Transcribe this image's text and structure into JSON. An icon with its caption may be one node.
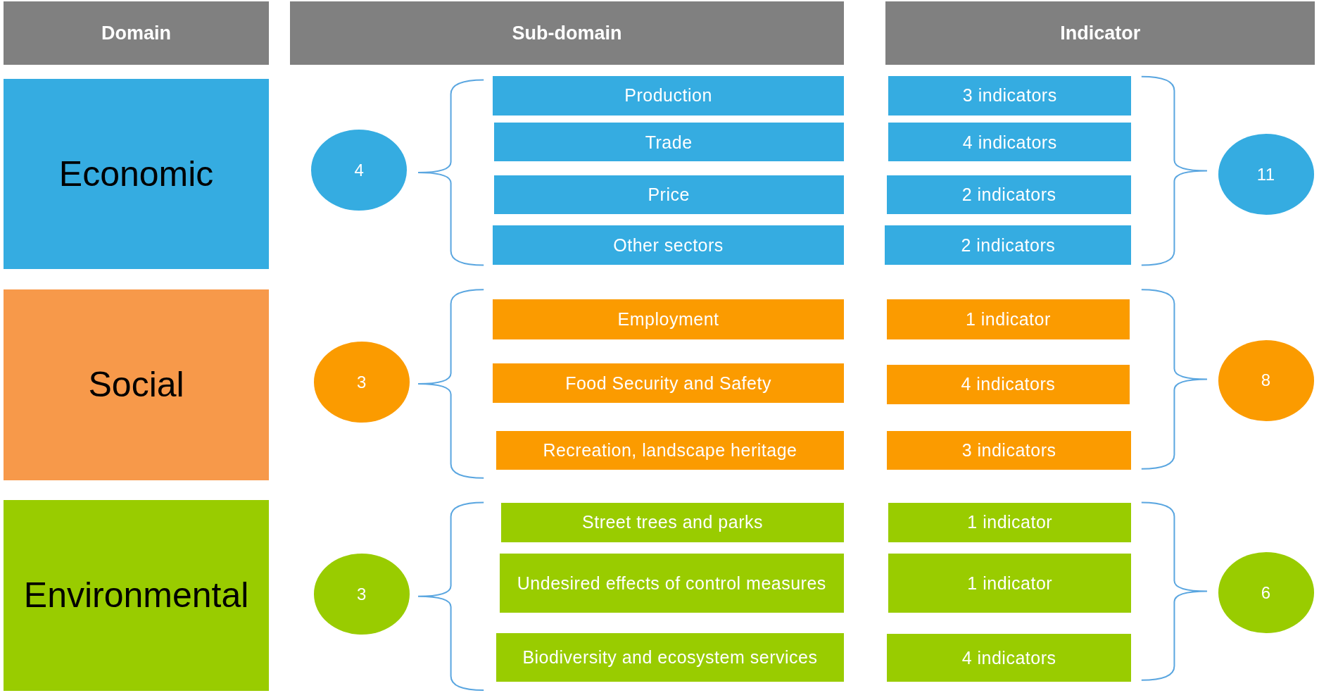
{
  "diagram": {
    "nodes": [
      {
        "text": [
          "Domain"
        ]
      },
      {
        "text": [
          "Sub-domain"
        ]
      },
      {
        "text": [
          "Indicator"
        ]
      },
      {
        "text": [
          "Economic"
        ]
      },
      {
        "text": [
          "4"
        ]
      },
      {
        "text": [
          "Production"
        ]
      },
      {
        "text": [
          "3 indicators"
        ]
      },
      {
        "text": [
          "Trade"
        ]
      },
      {
        "text": [
          "4 indicators"
        ]
      },
      {
        "text": [
          "Price"
        ]
      },
      {
        "text": [
          "2 indicators"
        ]
      },
      {
        "text": [
          "Other sectors"
        ]
      },
      {
        "text": [
          "2 indicators"
        ]
      },
      {
        "text": [
          "11"
        ]
      },
      {
        "text": [
          "Social"
        ]
      },
      {
        "text": [
          "3"
        ]
      },
      {
        "text": [
          "Employment"
        ]
      },
      {
        "text": [
          "1 indicator"
        ]
      },
      {
        "text": [
          "Food Security and Safety"
        ]
      },
      {
        "text": [
          "4 indicators"
        ]
      },
      {
        "text": [
          "Recreation, landscape heritage"
        ]
      },
      {
        "text": [
          "3 indicators"
        ]
      },
      {
        "text": [
          "8"
        ]
      },
      {
        "text": [
          "Environmental"
        ]
      },
      {
        "text": [
          "3"
        ]
      },
      {
        "text": [
          "Street trees and parks"
        ]
      },
      {
        "text": [
          "1 indicator"
        ]
      },
      {
        "text": [
          "Undesired effects of control measures"
        ]
      },
      {
        "text": [
          "1 indicator"
        ]
      },
      {
        "text": [
          "Biodiversity and ecosystem services"
        ]
      },
      {
        "text": [
          "4 indicators"
        ]
      },
      {
        "text": [
          "6"
        ]
      }
    ]
  }
}
